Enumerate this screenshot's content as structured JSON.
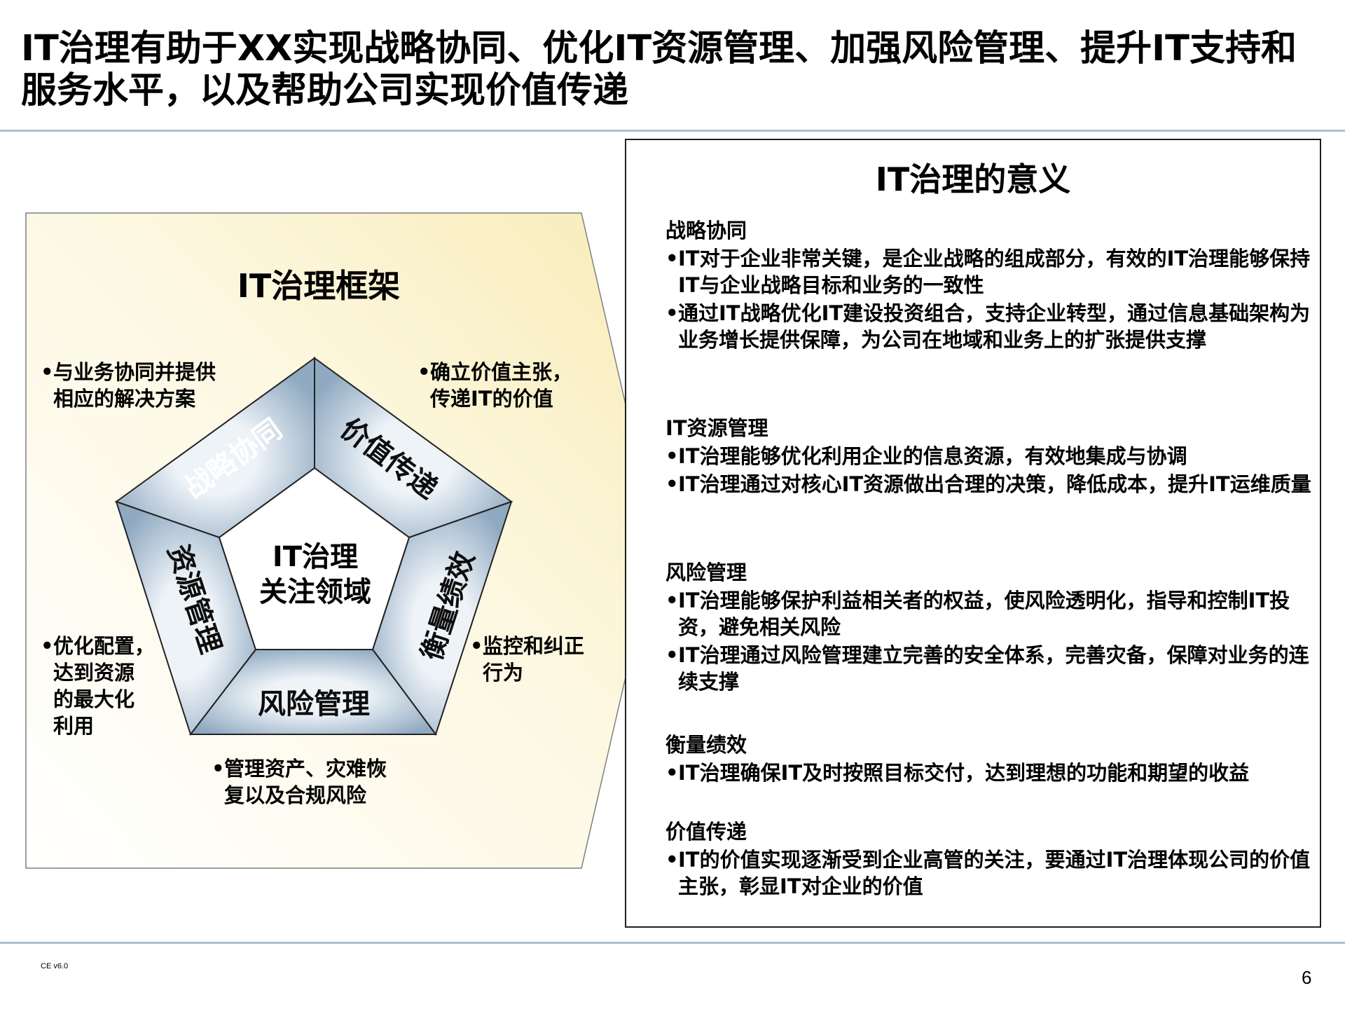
{
  "page": {
    "title": "IT治理有助于XX实现战略协同、优化IT资源管理、加强风险管理、提升IT支持和服务水平，以及帮助公司实现价值传递",
    "version": "CE v6.0",
    "page_number": "6"
  },
  "framework": {
    "title": "IT治理框架",
    "center_lines": [
      "IT治理",
      "关注领域"
    ],
    "segments": {
      "top_left": "战略协同",
      "top_right": "价值传递",
      "right": "衡量绩效",
      "bottom": "风险管理",
      "left": "资源管理"
    },
    "bullet_mark": "•",
    "bullets": {
      "top_left": [
        "与业务协同并提供",
        "相应的解决方案"
      ],
      "top_right": [
        "确立价值主张，",
        "传递IT的价值"
      ],
      "right": [
        "监控和纠正",
        "行为"
      ],
      "bottom": [
        "管理资产、灾难恢",
        "复以及合规风险"
      ],
      "left": [
        "优化配置，",
        "达到资源",
        "的最大化",
        "利用"
      ]
    },
    "colors": {
      "panel_fill": "#fdf6d6",
      "segment_fill": "#aec3d6",
      "segment_light": "#eef3f8"
    }
  },
  "meaning": {
    "title": "IT治理的意义",
    "sections": [
      {
        "heading": "战略协同",
        "items": [
          "IT对于企业非常关键，是企业战略的组成部分，有效的IT治理能够保持IT与企业战略目标和业务的一致性",
          "通过IT战略优化IT建设投资组合，支持企业转型，通过信息基础架构为业务增长提供保障，为公司在地域和业务上的扩张提供支撑"
        ]
      },
      {
        "heading": "IT资源管理",
        "items": [
          "IT治理能够优化利用企业的信息资源，有效地集成与协调",
          "IT治理通过对核心IT资源做出合理的决策，降低成本，提升IT运维质量"
        ]
      },
      {
        "heading": "风险管理",
        "items": [
          "IT治理能够保护利益相关者的权益，使风险透明化，指导和控制IT投资，避免相关风险",
          "IT治理通过风险管理建立完善的安全体系，完善灾备，保障对业务的连续支撑"
        ]
      },
      {
        "heading": "衡量绩效",
        "items": [
          "IT治理确保IT及时按照目标交付，达到理想的功能和期望的收益"
        ]
      },
      {
        "heading": "价值传递",
        "items": [
          "IT的价值实现逐渐受到企业高管的关注，要通过IT治理体现公司的价值主张，彰显IT对企业的价值"
        ]
      }
    ]
  }
}
